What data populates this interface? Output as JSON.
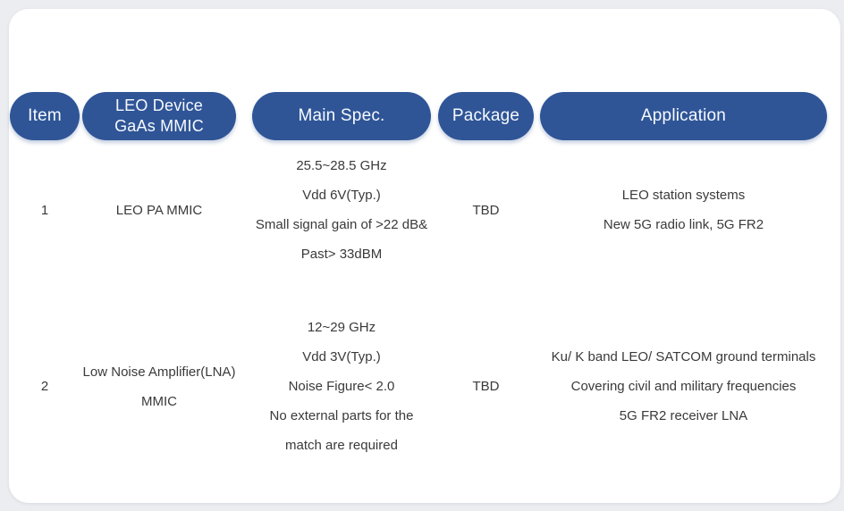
{
  "theme": {
    "pill_color": "#2F5597",
    "pill_text_color": "#F7FAFD",
    "body_text_color": "#3A3A3A",
    "card_bg": "#FFFFFF",
    "page_bg": "#ECEDF0"
  },
  "table": {
    "header": {
      "item": "Item",
      "device_lines": [
        "LEO Device",
        "GaAs MMIC"
      ],
      "main_spec": "Main Spec.",
      "package": "Package",
      "application": "Application"
    },
    "rows": [
      {
        "item": "1",
        "device": [
          "LEO PA MMIC"
        ],
        "main_spec": [
          "25.5~28.5 GHz",
          "Vdd 6V(Typ.)",
          "Small signal gain of >22 dB&",
          "Past> 33dBM"
        ],
        "package": "TBD",
        "application": [
          "LEO station systems",
          "New 5G radio link, 5G FR2"
        ]
      },
      {
        "item": "2",
        "device": [
          "Low Noise Amplifier(LNA)",
          "MMIC"
        ],
        "main_spec": [
          "12~29 GHz",
          "Vdd 3V(Typ.)",
          "Noise Figure< 2.0",
          "No external parts for the",
          "match are required"
        ],
        "package": "TBD",
        "application": [
          "Ku/ K band LEO/ SATCOM ground terminals",
          "Covering civil and military frequencies",
          "5G FR2 receiver LNA"
        ]
      }
    ]
  }
}
